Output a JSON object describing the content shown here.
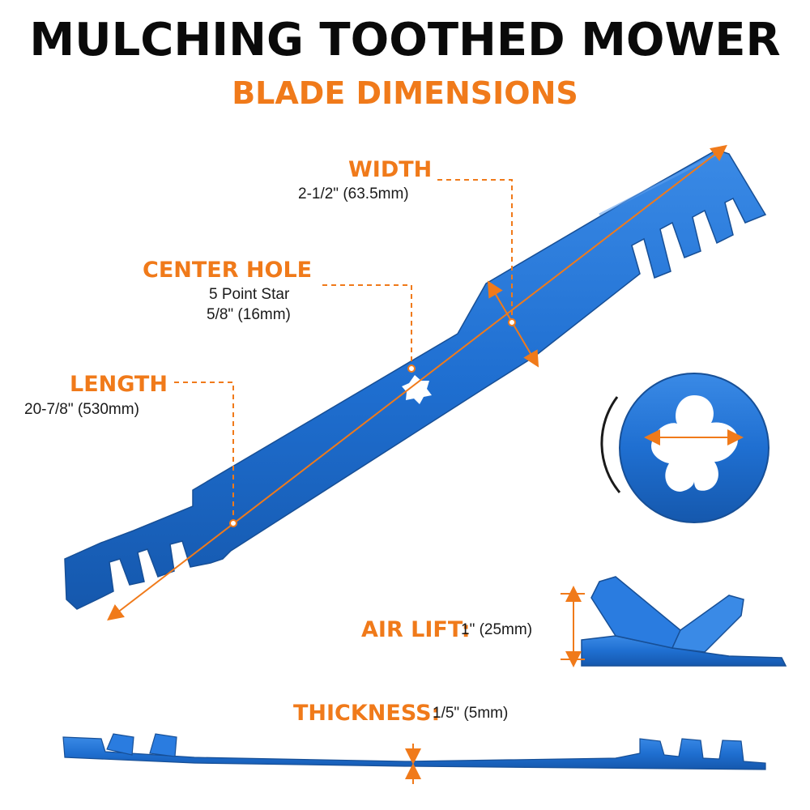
{
  "header": {
    "title": "MULCHING TOOTHED MOWER",
    "subtitle": "BLADE DIMENSIONS"
  },
  "callouts": {
    "width": {
      "label": "WIDTH",
      "value": "2-1/2\" (63.5mm)"
    },
    "center_hole": {
      "label": "CENTER HOLE",
      "value_line1": "5 Point Star",
      "value_line2": "5/8\" (16mm)"
    },
    "length": {
      "label": "LENGTH",
      "value": "20-7/8\" (530mm)"
    },
    "air_lift": {
      "label": "AIR LIFT:",
      "value": "1\" (25mm)"
    },
    "thickness": {
      "label": "THICKNESS:",
      "value": "1/5\" (5mm)"
    }
  },
  "colors": {
    "blade_blue": "#1f6fd1",
    "blade_dark": "#1558ad",
    "accent_orange": "#f07a1a",
    "title_black": "#0a0a0a"
  }
}
